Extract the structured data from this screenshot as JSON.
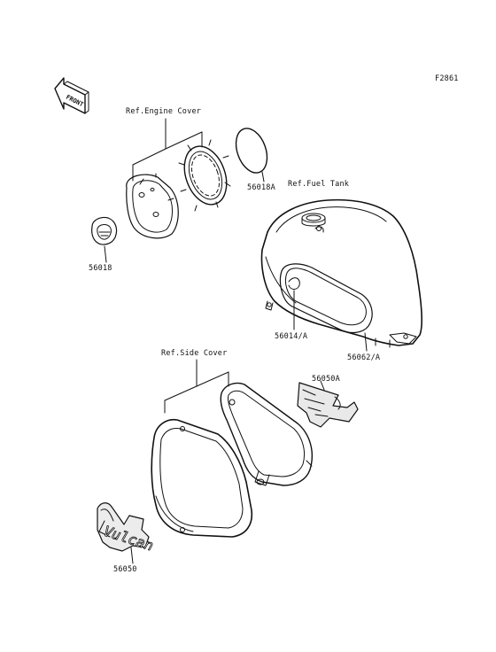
{
  "figure_code": "F2861",
  "front_label": "FRONT",
  "refs": {
    "engine_cover": "Ref.Engine Cover",
    "fuel_tank": "Ref.Fuel Tank",
    "side_cover": "Ref.Side Cover"
  },
  "parts": {
    "p56018A": "56018A",
    "p56018": "56018",
    "p56014A": "56014/A",
    "p56062A": "56062/A",
    "p56050A": "56050A",
    "p56050": "56050"
  },
  "emblem_text": "Vulcan"
}
